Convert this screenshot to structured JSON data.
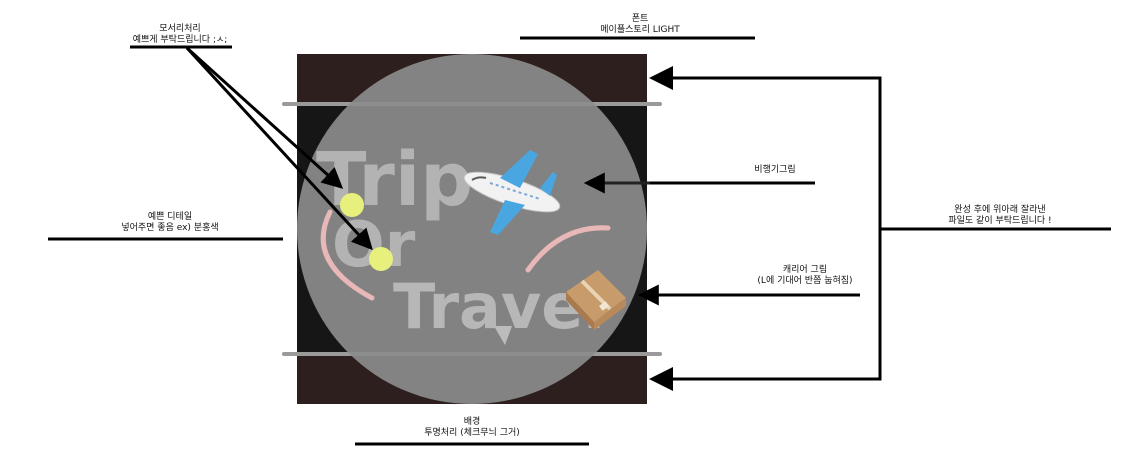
{
  "annotations": {
    "corner": {
      "line1": "모서리처리",
      "line2": "예쁘게 부탁드립니다 ;ㅅ;"
    },
    "font": {
      "line1": "폰트",
      "line2": "메이플스토리 LIGHT"
    },
    "airplane": {
      "line1": "비행기그림"
    },
    "detail": {
      "line1": "예쁜 디테일",
      "line2": "넣어주면 좋음 ex) 분홍색"
    },
    "finished": {
      "line1": "완성 후에 위아래 잘라낸",
      "line2": "파일도 같이 부탁드립니다 !"
    },
    "carrier": {
      "line1": "캐리어 그림",
      "line2": "(L에 기대어 반쯤 눕혀짐)"
    },
    "background": {
      "line1": "배경",
      "line2": "투명처리 (체크무늬 그거)"
    }
  },
  "logo": {
    "word1": "Trip",
    "word2": "Or",
    "word3": "Travel",
    "airplane_icon": "airplane-icon",
    "suitcase_icon": "suitcase-icon"
  },
  "colors": {
    "frame": "#2d1f1e",
    "inner": "#1a1a1a",
    "circle": "#8a8a8a",
    "logo_text": "#b8b8b8",
    "pink_accent": "#e5b3b3",
    "yellow_dot": "#e8f07a",
    "arrow": "#000000"
  }
}
